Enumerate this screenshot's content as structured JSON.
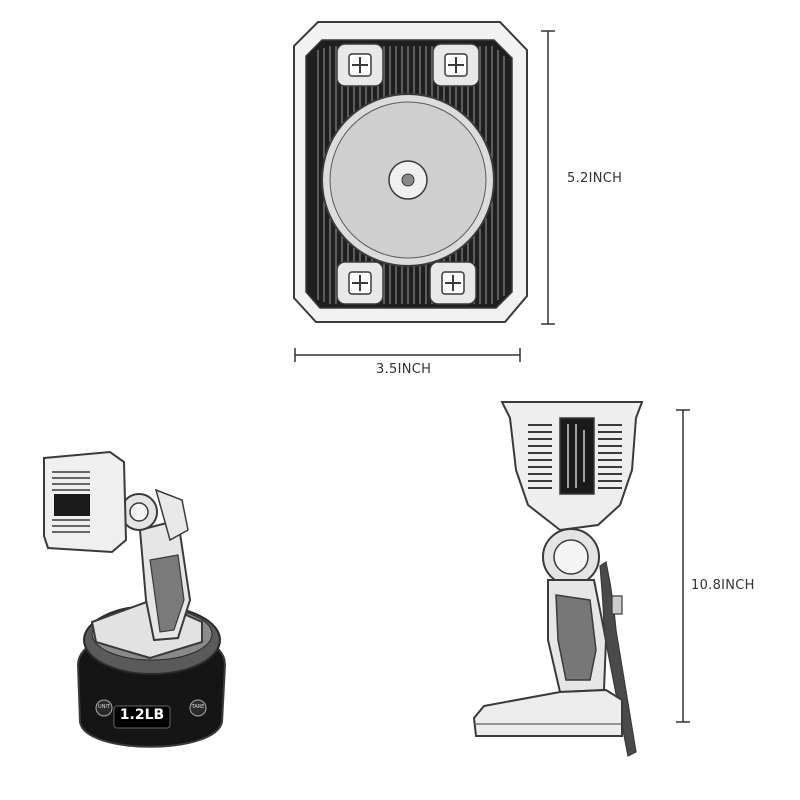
{
  "dimensions": {
    "height_label": "5.2INCH",
    "width_label": "3.5INCH",
    "length_label": "10.8INCH"
  },
  "scale": {
    "weight_display": "1.2LB",
    "unit_button": "UNIT",
    "tare_button": "TARE"
  },
  "colors": {
    "line": "#3a3a3a",
    "body_fill": "#ececec",
    "dark_fill": "#1a1a1a",
    "text": "#333333"
  }
}
